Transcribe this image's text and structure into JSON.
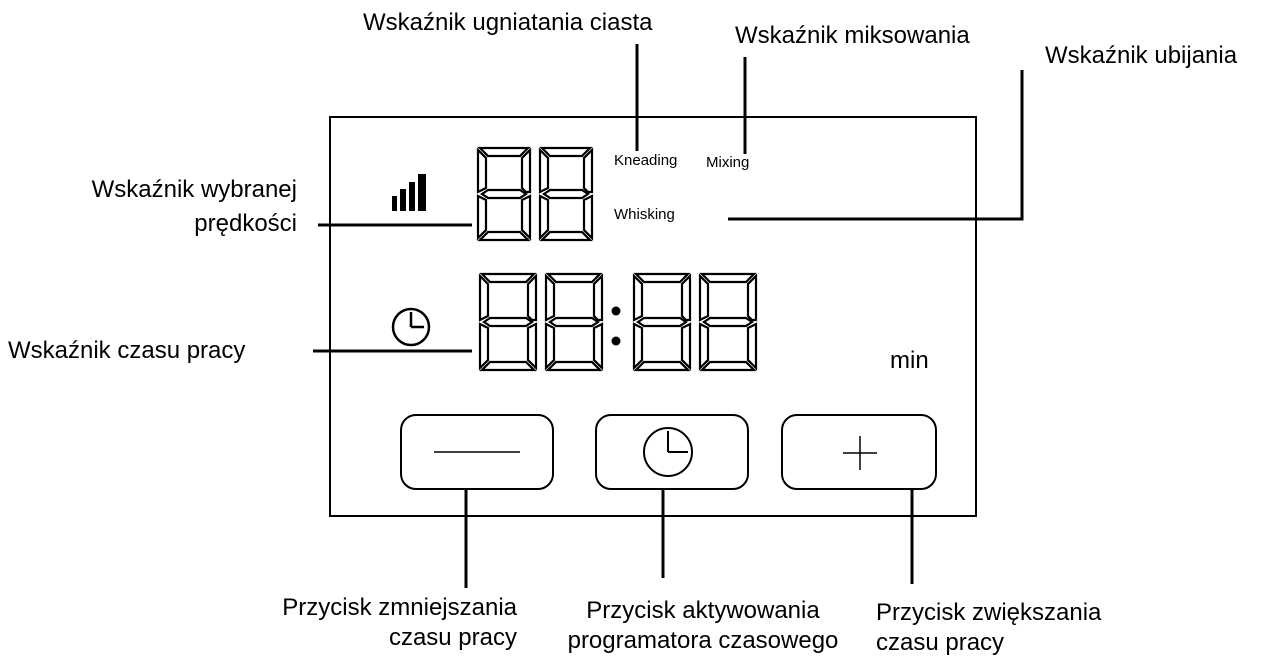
{
  "panel": {
    "mode_labels": {
      "kneading": "Kneading",
      "mixing": "Mixing",
      "whisking": "Whisking"
    },
    "time_unit": "min",
    "icons": [
      "speed-bars-icon",
      "clock-icon",
      "minus-icon",
      "timer-clock-icon",
      "plus-icon"
    ]
  },
  "callouts": {
    "kneading_indicator": "Wskaźnik ugniatania ciasta",
    "mixing_indicator": "Wskaźnik miksowania",
    "whisking_indicator": "Wskaźnik ubijania",
    "speed_indicator": [
      "Wskaźnik wybranej",
      "prędkości"
    ],
    "time_indicator": "Wskaźnik czasu pracy",
    "decrease_button": [
      "Przycisk zmniejszania",
      "czasu pracy"
    ],
    "timer_button": [
      "Przycisk aktywowania",
      "programatora czasowego"
    ],
    "increase_button": [
      "Przycisk zwiększania",
      "czasu pracy"
    ]
  }
}
